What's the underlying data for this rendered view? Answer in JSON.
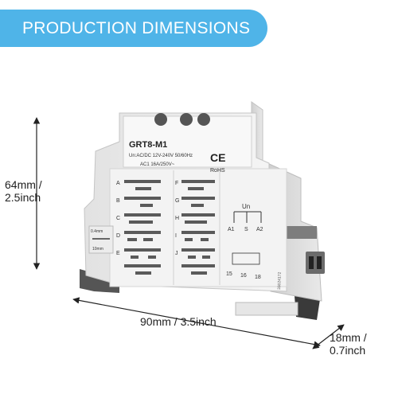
{
  "banner": {
    "title": "PRODUCTION DIMENSIONS",
    "color": "#4fb4e8"
  },
  "dimensions": {
    "height_mm": "64mm /",
    "height_in": "2.5inch",
    "width": "90mm / 3.5inch",
    "depth_mm": "18mm /",
    "depth_in": "0.7inch"
  },
  "device": {
    "model": "GRT8-M1",
    "supply": "Un:AC/DC 12V-240V 50/60Hz",
    "contact": "AC1 16A/250V~",
    "ce_mark": "CE",
    "rohs": "RoHS",
    "un_label": "Un",
    "terminals_top": [
      "A1",
      "S",
      "A2"
    ],
    "terminals_bottom": [
      "15",
      "16",
      "18"
    ],
    "dial_value": "0.4mm",
    "dial_label": "10mm",
    "serial": "33024172",
    "functions_left": [
      "A",
      "B",
      "C",
      "D",
      "E"
    ],
    "functions_right": [
      "F",
      "G",
      "H",
      "I",
      "J"
    ]
  }
}
